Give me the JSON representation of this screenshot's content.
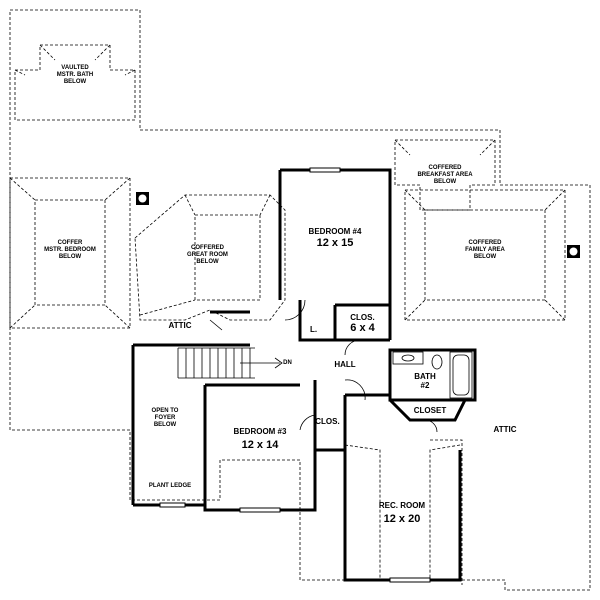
{
  "rooms": {
    "vaulted_bath": "VAULTED\nMSTR. BATH\nBELOW",
    "coffer_mstr_bedroom": "COFFER\nMSTR. BEDROOM\nBELOW",
    "coffered_great_room": "COFFERED\nGREAT ROOM\nBELOW",
    "coffered_breakfast": "COFFERED\nBREAKFAST AREA\nBELOW",
    "coffered_family": "COFFERED\nFAMILY AREA\nBELOW",
    "bedroom4_name": "BEDROOM #4",
    "bedroom4_dim": "12 x 15",
    "clos_top_name": "CLOS.",
    "clos_top_dim": "6 x 4",
    "linen": "L.",
    "attic_left": "ATTIC",
    "hall": "HALL",
    "up_text": "DN",
    "bath2": "BATH\n#2",
    "closet": "CLOSET",
    "attic_right": "ATTIC",
    "open_to_foyer": "OPEN TO\nFOYER\nBELOW",
    "plant_ledge": "PLANT LEDGE",
    "bedroom3_name": "BEDROOM #3",
    "bedroom3_dim": "12 x 14",
    "clos_mid": "CLOS.",
    "rec_room_name": "REC. ROOM",
    "rec_room_dim": "12 x 20"
  },
  "colors": {
    "line": "#000000",
    "background": "#ffffff"
  }
}
